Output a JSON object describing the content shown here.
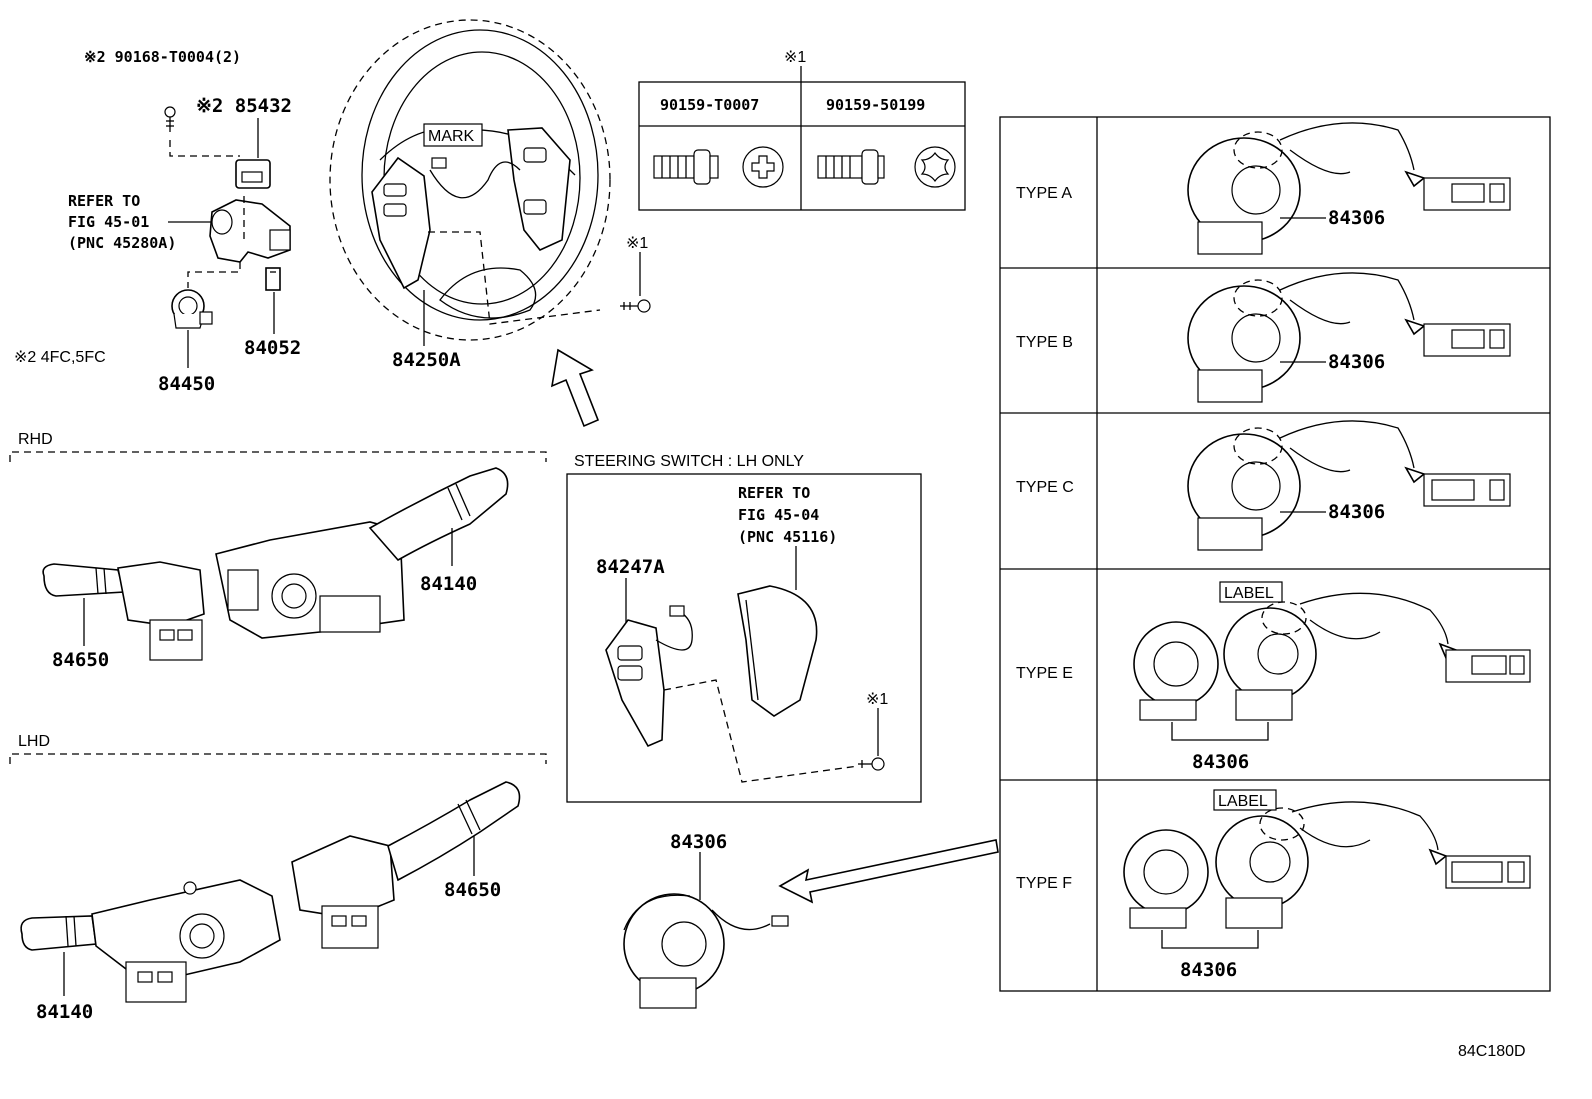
{
  "diagram": {
    "figure_code": "84C180D",
    "fastener_table": {
      "note": "※1",
      "columns": [
        "90159-T0007",
        "90159-50199"
      ]
    },
    "labels": {
      "screw_top": "※2 90168-T0004(2)",
      "part_85432": "※2 85432",
      "refer_1": "REFER TO",
      "refer_2": "FIG 45-01",
      "refer_3": "(PNC 45280A)",
      "part_84052": "84052",
      "part_84450": "84450",
      "model_note": "※2 4FC,5FC",
      "mark": "MARK",
      "part_84250A": "84250A",
      "screw_note_1": "※1",
      "rhd": "RHD",
      "lhd": "LHD",
      "rhd_84140": "84140",
      "rhd_84650": "84650",
      "lhd_84650": "84650",
      "lhd_84140": "84140",
      "steering_switch_title": "STEERING SWITCH : LH ONLY",
      "sw_refer_1": "REFER TO",
      "sw_refer_2": "FIG 45-04",
      "sw_refer_3": "(PNC 45116)",
      "part_84247A": "84247A",
      "screw_note_2": "※1",
      "spiral_bottom": "84306"
    },
    "types": [
      {
        "name": "TYPE A",
        "part": "84306"
      },
      {
        "name": "TYPE B",
        "part": "84306"
      },
      {
        "name": "TYPE C",
        "part": "84306"
      },
      {
        "name": "TYPE E",
        "part": "84306",
        "tag": "LABEL"
      },
      {
        "name": "TYPE F",
        "part": "84306",
        "tag": "LABEL"
      }
    ]
  }
}
